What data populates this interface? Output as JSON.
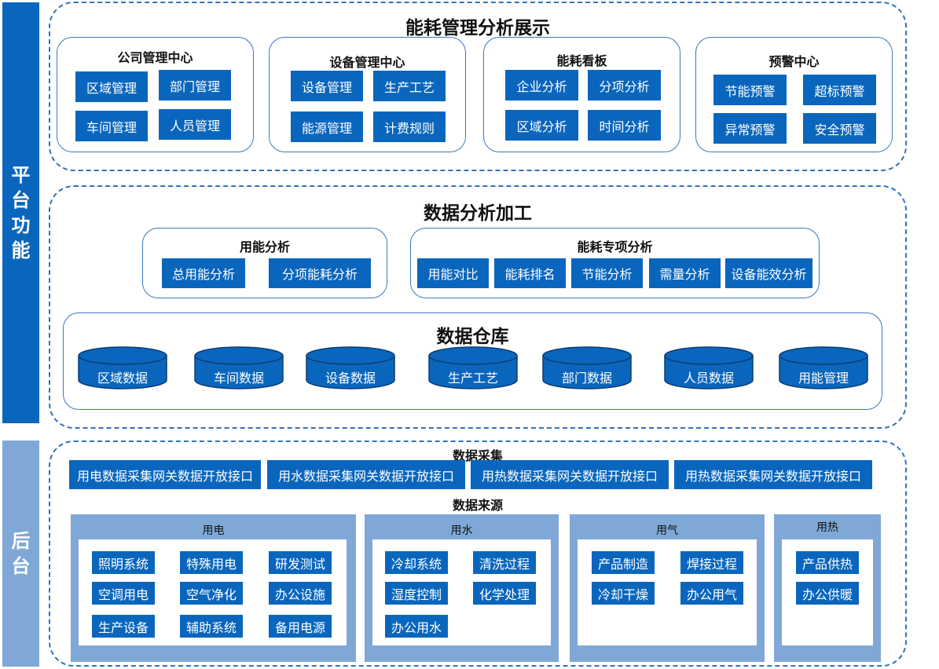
{
  "side": {
    "top_label": "平台功能",
    "bottom_label": "后台"
  },
  "display": {
    "title": "能耗管理分析展示",
    "panels": [
      {
        "title": "公司管理中心",
        "items": [
          "区域管理",
          "部门管理",
          "车间管理",
          "人员管理"
        ]
      },
      {
        "title": "设备管理中心",
        "items": [
          "设备管理",
          "生产工艺",
          "能源管理",
          "计费规则"
        ]
      },
      {
        "title": "能耗看板",
        "items": [
          "企业分析",
          "分项分析",
          "区域分析",
          "时间分析"
        ]
      },
      {
        "title": "预警中心",
        "items": [
          "节能预警",
          "超标预警",
          "异常预警",
          "安全预警"
        ]
      }
    ]
  },
  "analysis": {
    "title": "数据分析加工",
    "usage": {
      "title": "用能分析",
      "items": [
        "总用能分析",
        "分项能耗分析"
      ]
    },
    "special": {
      "title": "能耗专项分析",
      "items": [
        "用能对比",
        "能耗排名",
        "节能分析",
        "需量分析",
        "设备能效分析"
      ]
    },
    "warehouse": {
      "title": "数据仓库",
      "items": [
        "区域数据",
        "车间数据",
        "设备数据",
        "生产工艺",
        "部门数据",
        "人员数据",
        "用能管理"
      ]
    }
  },
  "backend": {
    "collect_title": "数据采集",
    "interfaces": [
      "用电数据采集网关数据开放接口",
      "用水数据采集网关数据开放接口",
      "用热数据采集网关数据开放接口",
      "用热数据采集网关数据开放接口"
    ],
    "source_title": "数据来源",
    "groups": [
      {
        "title": "用电",
        "items": [
          "照明系统",
          "特殊用电",
          "研发测试",
          "空调用电",
          "空气净化",
          "办公设施",
          "生产设备",
          "辅助系统",
          "备用电源"
        ]
      },
      {
        "title": "用水",
        "items": [
          "冷却系统",
          "清洗过程",
          "湿度控制",
          "化学处理",
          "办公用水"
        ]
      },
      {
        "title": "用气",
        "items": [
          "产品制造",
          "焊接过程",
          "冷却干燥",
          "办公用气"
        ]
      },
      {
        "title": "用热",
        "items": [
          "产品供热",
          "办公供暖"
        ]
      }
    ]
  },
  "colors": {
    "primary": "#0a66bd",
    "secondary": "#7fa8d6",
    "border": "#3a78c2"
  }
}
